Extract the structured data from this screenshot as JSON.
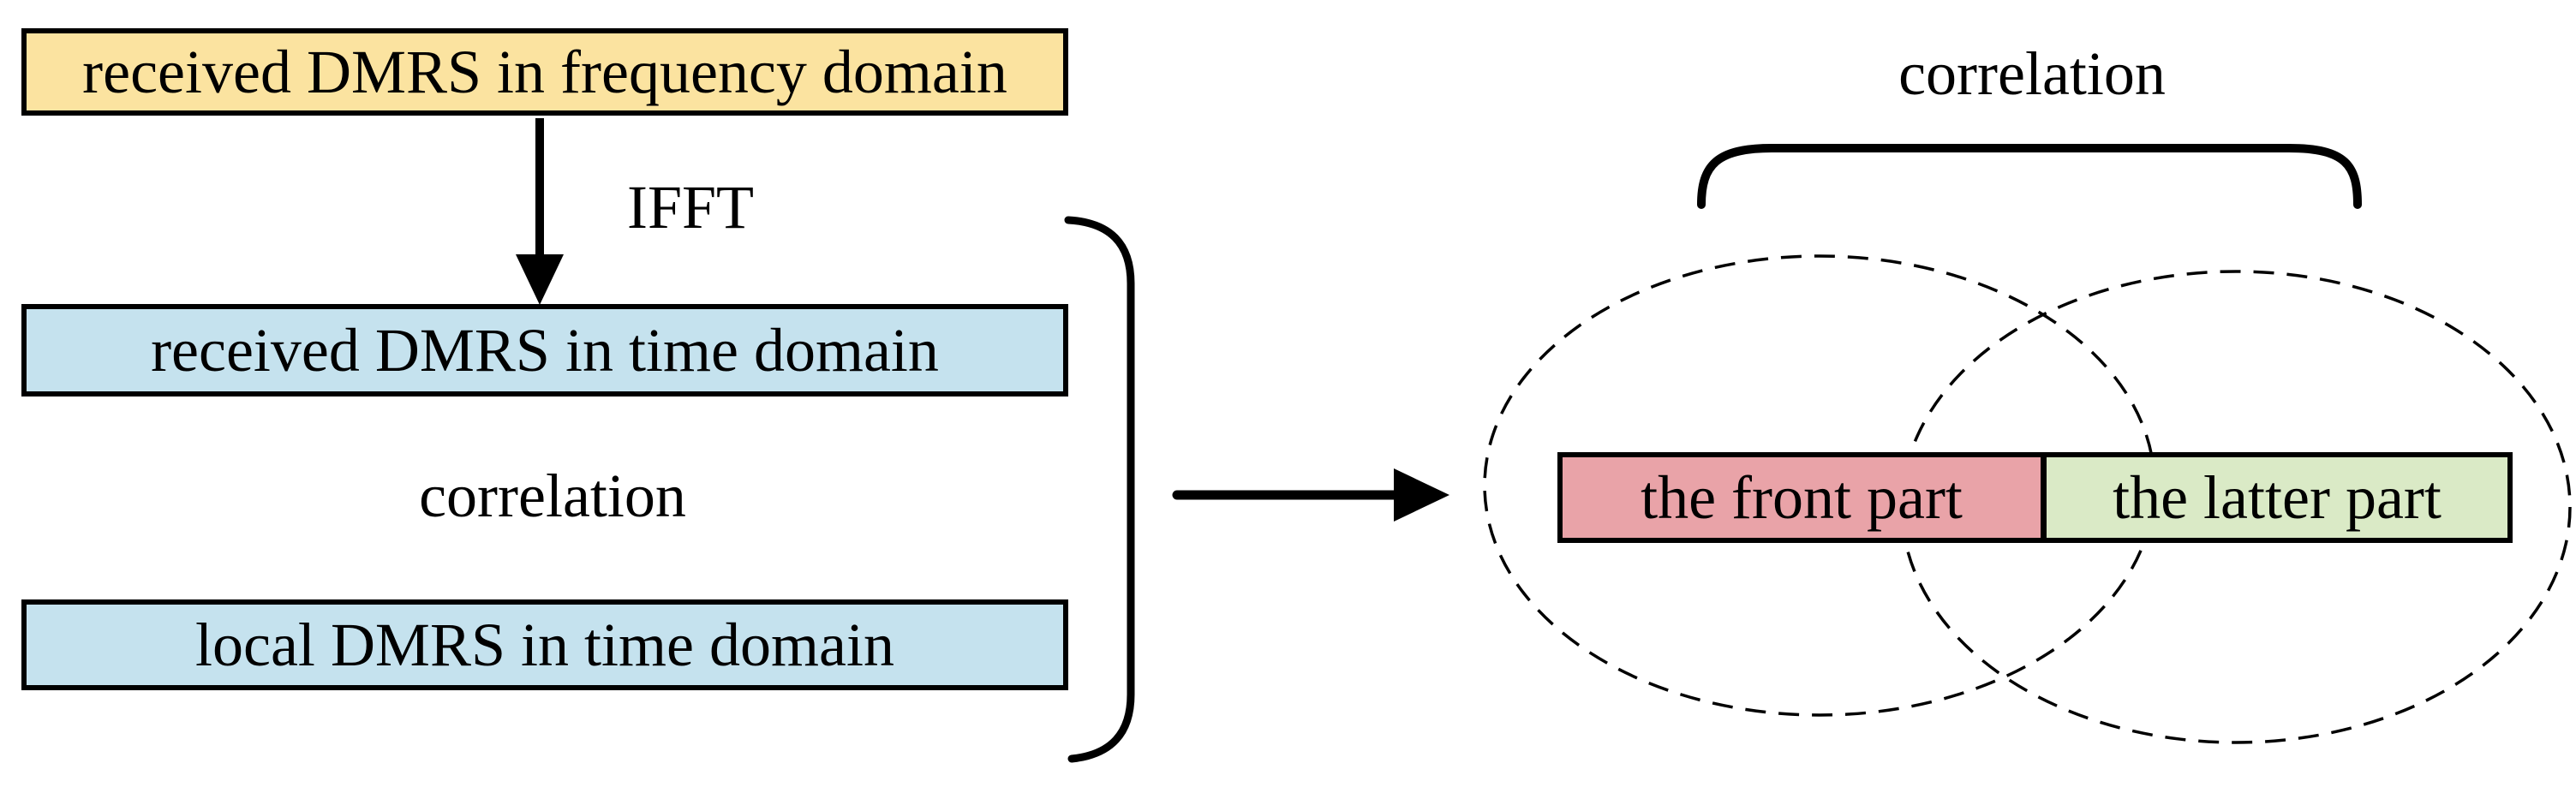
{
  "colors": {
    "box_yellow": "#FBE3A0",
    "box_blue": "#C5E2EE",
    "bar_red": "#E9A3A8",
    "bar_green": "#DAEAC6",
    "stroke": "#000000"
  },
  "flow": {
    "box_frequency": "received DMRS in frequency domain",
    "ifft_label": "IFFT",
    "box_received_time": "received DMRS in time domain",
    "correlation_label": "correlation",
    "box_local_time": "local DMRS in time domain"
  },
  "venn": {
    "correlation_label": "correlation",
    "front_part": "the front part",
    "latter_part": "the latter part"
  },
  "shapes": {
    "down_arrow": "arrow from frequency-domain box to time-domain box",
    "group_bracket": "right parenthesis grouping the two time-domain boxes",
    "right_arrow": "arrow from grouped boxes to correlation venn",
    "overbrace": "brace spanning the correlated region",
    "ellipses": "two dashed overlapping ellipses"
  }
}
